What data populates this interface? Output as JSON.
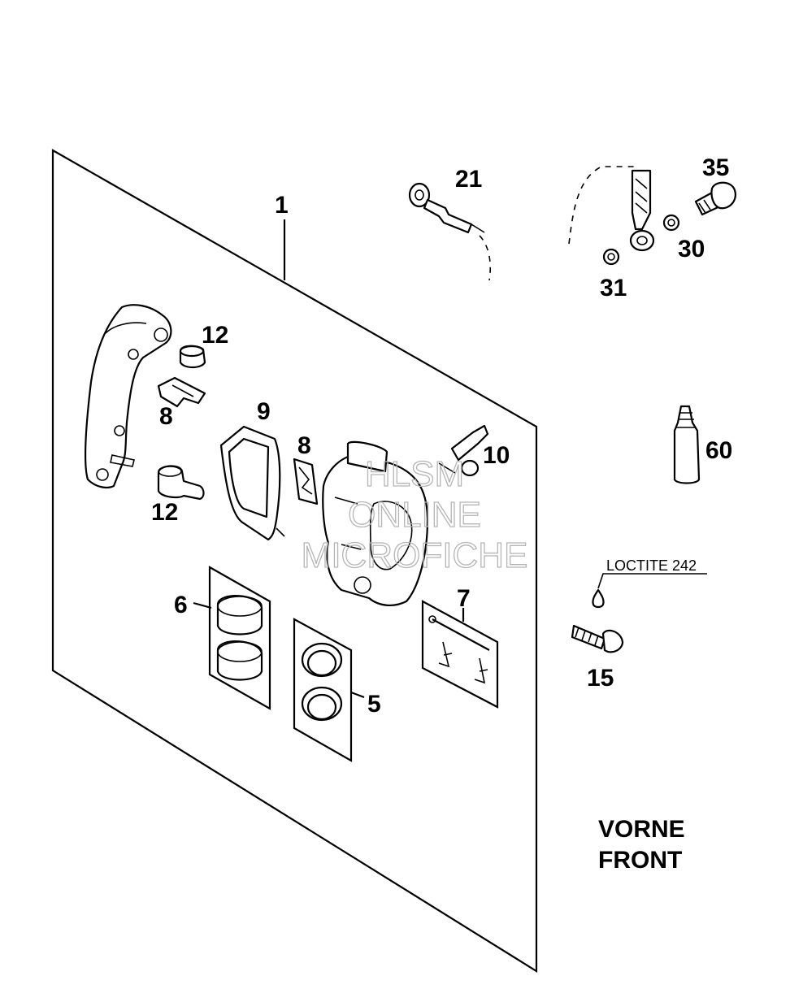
{
  "callouts": {
    "c1": "1",
    "c5": "5",
    "c6": "6",
    "c7": "7",
    "c8a": "8",
    "c8b": "8",
    "c9": "9",
    "c10": "10",
    "c12a": "12",
    "c12b": "12",
    "c15": "15",
    "c21": "21",
    "c30": "30",
    "c31": "31",
    "c35": "35",
    "c60": "60"
  },
  "notes": {
    "loctite": "LOCTITE 242"
  },
  "title": {
    "line1": "VORNE",
    "line2": "FRONT"
  },
  "watermark": {
    "line1": "HLSM",
    "line2": "ONLINE",
    "line3": "MICROFICHE"
  }
}
